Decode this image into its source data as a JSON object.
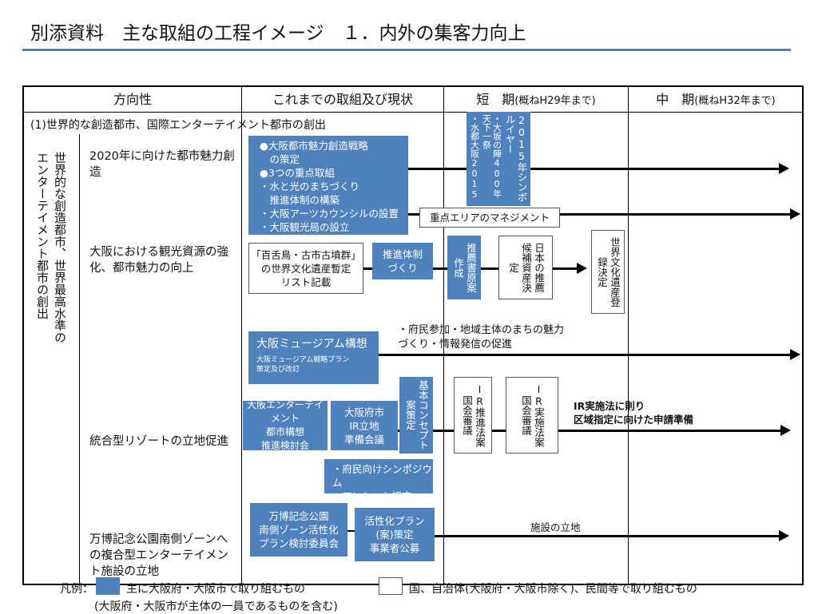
{
  "title": "別添資料　主な取組の工程イメージ　１．内外の集客力向上",
  "headers": {
    "direction": "方向性",
    "current": "これまでの取組及び現状",
    "short_term": "短　期",
    "short_term_note": "(概ねH29年まで)",
    "mid_term": "中　期",
    "mid_term_note": "(概ねH32年まで)"
  },
  "section_heading": "(1)世界的な創造都市、国際エンターテイメント都市の創出",
  "side_label": "世界的な創造都市、世界最高水準のエンターテイメント都市の創出",
  "rows": {
    "r1_label": "2020年に向けた都市魅力創造",
    "r2_label": "大阪における観光資源の強化、都市魅力の向上",
    "r3_label": "統合型リゾートの立地促進",
    "r4_label": "万博記念公園南側ゾーンへの複合型エンターテイメント施設の立地"
  },
  "boxes": {
    "osaka_strategy": [
      "●大阪都市魅力創造戦略",
      "　の策定",
      "●3つの重点取組",
      "・水と光のまちづくり",
      "　推進体制の構築",
      "・大阪アーツカウンシルの設置",
      "・大阪観光局の設立"
    ],
    "symbol_year_a": "2015年シンボルイヤー",
    "symbol_year_b": "・大坂の陣400年天下一祭",
    "symbol_year_c": "・水都大阪2015",
    "area_mgmt": "重点エリアのマネジメント",
    "mozu": [
      "「百舌鳥・古市古墳群」",
      "の世界文化遺産暫定",
      "リスト記載"
    ],
    "suishin": [
      "推進体制",
      "づくり"
    ],
    "suisen_draft": "推薦書原案作成",
    "japan_candidate": "日本の推薦候補資産決定",
    "world_heritage": "世界文化遺産登録決定",
    "museum_title": "大阪ミュージアム構想",
    "museum_sub": [
      "大阪ミュージアム戦略プラン",
      "策定及び改訂"
    ],
    "museum_note": [
      "・府民参加・地域主体のまちの魅力",
      "づくり・情報発信の促進"
    ],
    "ir_study": [
      "大阪エンターテイメント",
      "都市構想",
      "推進検討会"
    ],
    "ir_prep": [
      "大阪府市",
      "IR立地",
      "準備会議"
    ],
    "basic_concept": "基本コンセプト案策定",
    "ir_bill": "IR推進法案国会審議",
    "ir_impl_bill": "IR実施法案国会審議",
    "ir_note": [
      "IR実施法に則り",
      "区域指定に向けた申請準備"
    ],
    "symposium": [
      "・府民向けシンポジウム",
      "・アンケート調査"
    ],
    "expo_committee": [
      "万博記念公園",
      "南側ゾーン活性化",
      "プラン検討委員会"
    ],
    "activation_plan": [
      "活性化プラン",
      "(案)策定",
      "事業者公募"
    ],
    "facility": "施設の立地"
  },
  "legend": {
    "prefix": "凡例：",
    "blue_text": "主に大阪府・大阪市で取り組むもの",
    "blue_note": "(大阪府・大阪市が主体の一員であるものを含む)",
    "white_text": "国、自治体(大阪府・大阪市除く)、民間等で取り組むもの"
  },
  "colors": {
    "blue_box": "#4f81bd",
    "title_rule": "#4f81bd"
  }
}
